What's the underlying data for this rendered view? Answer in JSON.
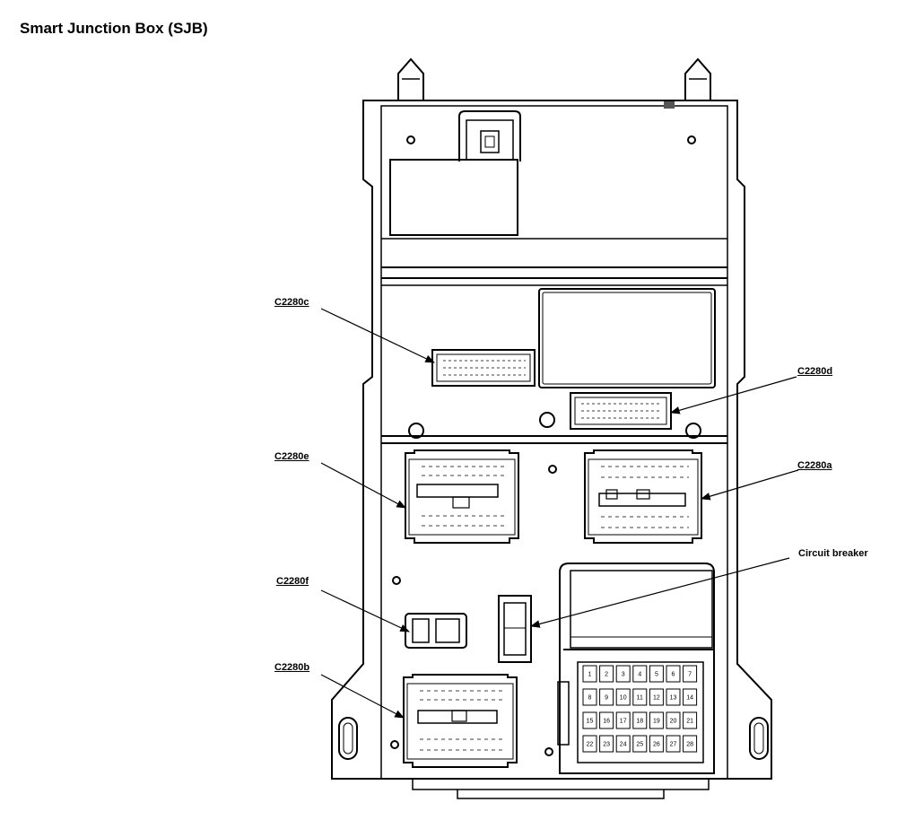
{
  "title": "Smart Junction Box (SJB)",
  "callouts": {
    "c2280c": "C2280c",
    "c2280d": "C2280d",
    "c2280e": "C2280e",
    "c2280a": "C2280a",
    "c2280f": "C2280f",
    "c2280b": "C2280b",
    "circuit_breaker": "Circuit breaker"
  },
  "fuses": [
    "1",
    "2",
    "3",
    "4",
    "5",
    "6",
    "7",
    "8",
    "9",
    "10",
    "11",
    "12",
    "13",
    "14",
    "15",
    "16",
    "17",
    "18",
    "19",
    "20",
    "21",
    "22",
    "23",
    "24",
    "25",
    "26",
    "27",
    "28"
  ],
  "colors": {
    "line": "#000000",
    "background": "#ffffff",
    "accent": "#555555"
  }
}
